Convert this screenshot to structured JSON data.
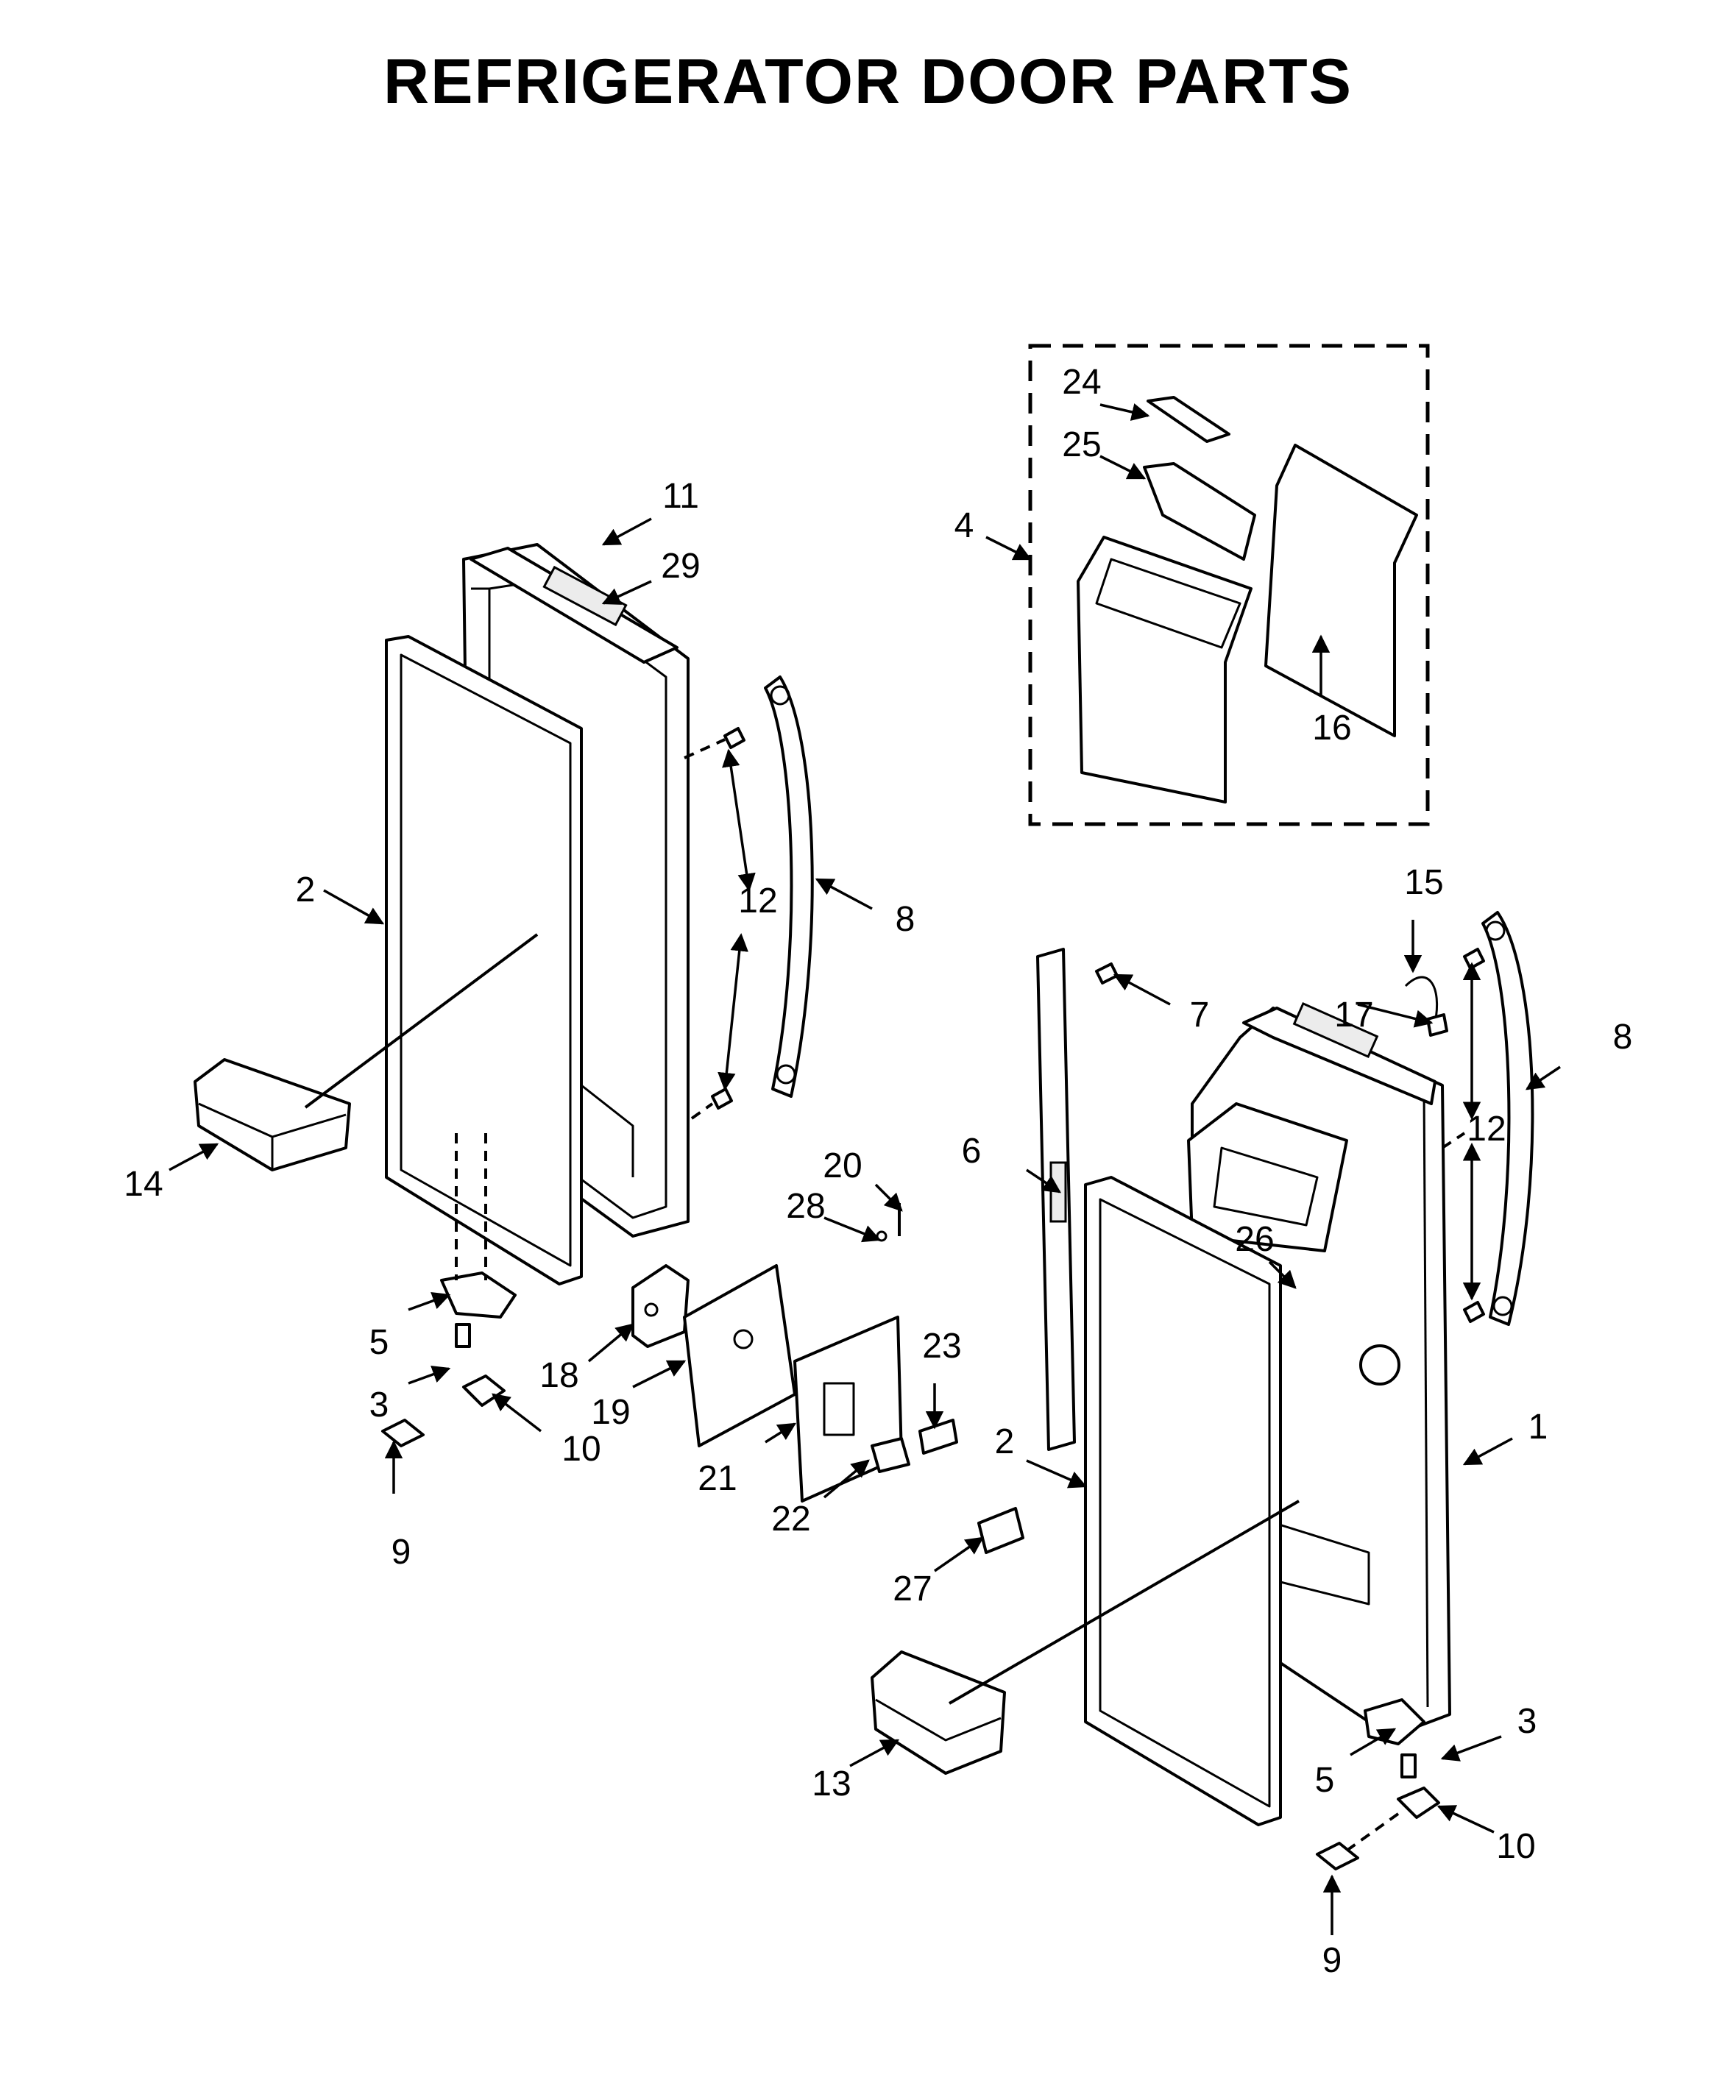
{
  "title": "REFRIGERATOR DOOR PARTS",
  "callouts": {
    "c1": "1",
    "c2": "2",
    "c3": "3",
    "c4": "4",
    "c5": "5",
    "c6": "6",
    "c7": "7",
    "c8": "8",
    "c9": "9",
    "c10": "10",
    "c11": "11",
    "c12": "12",
    "c13": "13",
    "c14": "14",
    "c15": "15",
    "c16": "16",
    "c17": "17",
    "c18": "18",
    "c19": "19",
    "c20": "20",
    "c21": "21",
    "c22": "22",
    "c23": "23",
    "c24": "24",
    "c25": "25",
    "c26": "26",
    "c27": "27",
    "c28": "28",
    "c29": "29"
  }
}
